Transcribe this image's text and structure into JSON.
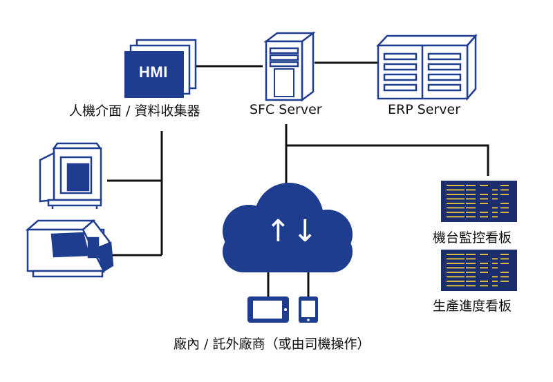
{
  "labels": {
    "hmi_screen": "HMI",
    "hmi_collector": "人機介面 / 資料收集器",
    "sfc_server": "SFC Server",
    "erp_server": "ERP Server",
    "machine_board": "機台監控看板",
    "production_board": "生產進度看板",
    "clients": "廠內 / 託外廠商（或由司機操作）"
  },
  "icons": {
    "hmi": "hmi-monitor-icon",
    "sfc": "sfc-server-tower-icon",
    "erp": "erp-server-rack-icon",
    "cloud": "cloud-sync-icon",
    "cloud_arrows": "↑↓",
    "machine_1": "cnc-machine-icon",
    "machine_2": "lathe-machine-icon",
    "tablet": "tablet-icon",
    "phone": "phone-icon",
    "board_1": "led-board-icon",
    "board_2": "led-board-icon"
  },
  "colors": {
    "brand": "#1f3d8f",
    "board_bg": "#1c2d6e",
    "board_led": "#f2cf3a",
    "line": "#111111"
  }
}
